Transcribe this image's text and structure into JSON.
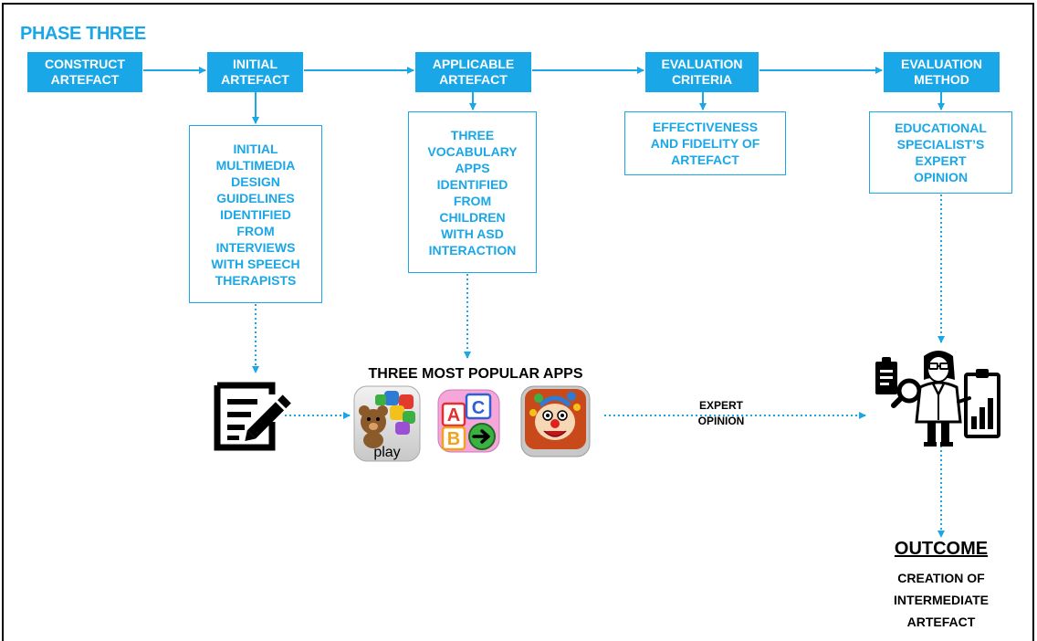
{
  "title": "PHASE THREE",
  "colors": {
    "accent": "#1aa7e8",
    "text_dark": "#000000"
  },
  "top_boxes": [
    {
      "id": "construct",
      "lines": [
        "CONSTRUCT",
        "ARTEFACT"
      ]
    },
    {
      "id": "initial",
      "lines": [
        "INITIAL",
        "ARTEFACT"
      ]
    },
    {
      "id": "applicable",
      "lines": [
        "APPLICABLE",
        "ARTEFACT"
      ]
    },
    {
      "id": "criteria",
      "lines": [
        "EVALUATION",
        "CRITERIA"
      ]
    },
    {
      "id": "method",
      "lines": [
        "EVALUATION",
        "METHOD"
      ]
    }
  ],
  "detail_boxes": [
    {
      "id": "guidelines",
      "lines": [
        "INITIAL",
        "MULTIMEDIA",
        "DESIGN",
        "GUIDELINES",
        "IDENTIFIED",
        "FROM",
        "INTERVIEWS",
        "WITH SPEECH",
        "THERAPISTS"
      ]
    },
    {
      "id": "vocab",
      "lines": [
        "THREE",
        "VOCABULARY",
        "APPS",
        "IDENTIFIED",
        "FROM",
        "CHILDREN",
        "WITH ASD",
        "INTERACTION"
      ]
    },
    {
      "id": "effectiveness",
      "lines": [
        "EFFECTIVENESS",
        "AND FIDELITY OF",
        "ARTEFACT"
      ]
    },
    {
      "id": "specialist",
      "lines": [
        "EDUCATIONAL",
        "SPECIALIST’S",
        "EXPERT",
        "OPINION"
      ]
    }
  ],
  "apps_heading": "THREE MOST POPULAR APPS",
  "app_icons": [
    {
      "name": "puzzle-play-app-icon",
      "caption": "play"
    },
    {
      "name": "abc-vocabulary-app-icon",
      "letters": [
        "A",
        "B",
        "C"
      ]
    },
    {
      "name": "clown-puzzle-app-icon"
    }
  ],
  "expert_label": [
    "EXPERT",
    "OPINION"
  ],
  "outcome": {
    "heading": "OUTCOME",
    "lines": [
      "CREATION OF",
      "INTERMEDIATE",
      "ARTEFACT"
    ]
  },
  "icons": {
    "design_doc": "edit-document-icon",
    "specialist": "expert-evaluator-icon"
  }
}
